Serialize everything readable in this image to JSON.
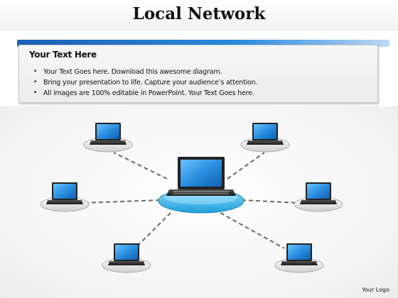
{
  "title": "Local Network",
  "text_box": {
    "heading": "Your Text Here",
    "bullets": [
      "Your Text Goes here. Download this awesome diagram.",
      "Bring your presentation to life. Capture your audience’s attention.",
      "All images are 100% editable in PowerPoint. Your Text Goes here."
    ]
  },
  "diagram": {
    "hub": {
      "icon": "laptop-icon",
      "platform_color": "#3fb3e6"
    },
    "nodes": [
      {
        "id": "top-left",
        "icon": "laptop-icon"
      },
      {
        "id": "top-right",
        "icon": "laptop-icon"
      },
      {
        "id": "middle-left",
        "icon": "laptop-icon"
      },
      {
        "id": "middle-right",
        "icon": "laptop-icon"
      },
      {
        "id": "bottom-left",
        "icon": "laptop-icon"
      },
      {
        "id": "bottom-right",
        "icon": "laptop-icon"
      }
    ],
    "connector_style": "dashed"
  },
  "logo_text": "Your Logo",
  "colors": {
    "accent_blue": "#1e73c8",
    "screen_blue": "#2b8fe0",
    "platform_gray": "#dcdcdc"
  }
}
